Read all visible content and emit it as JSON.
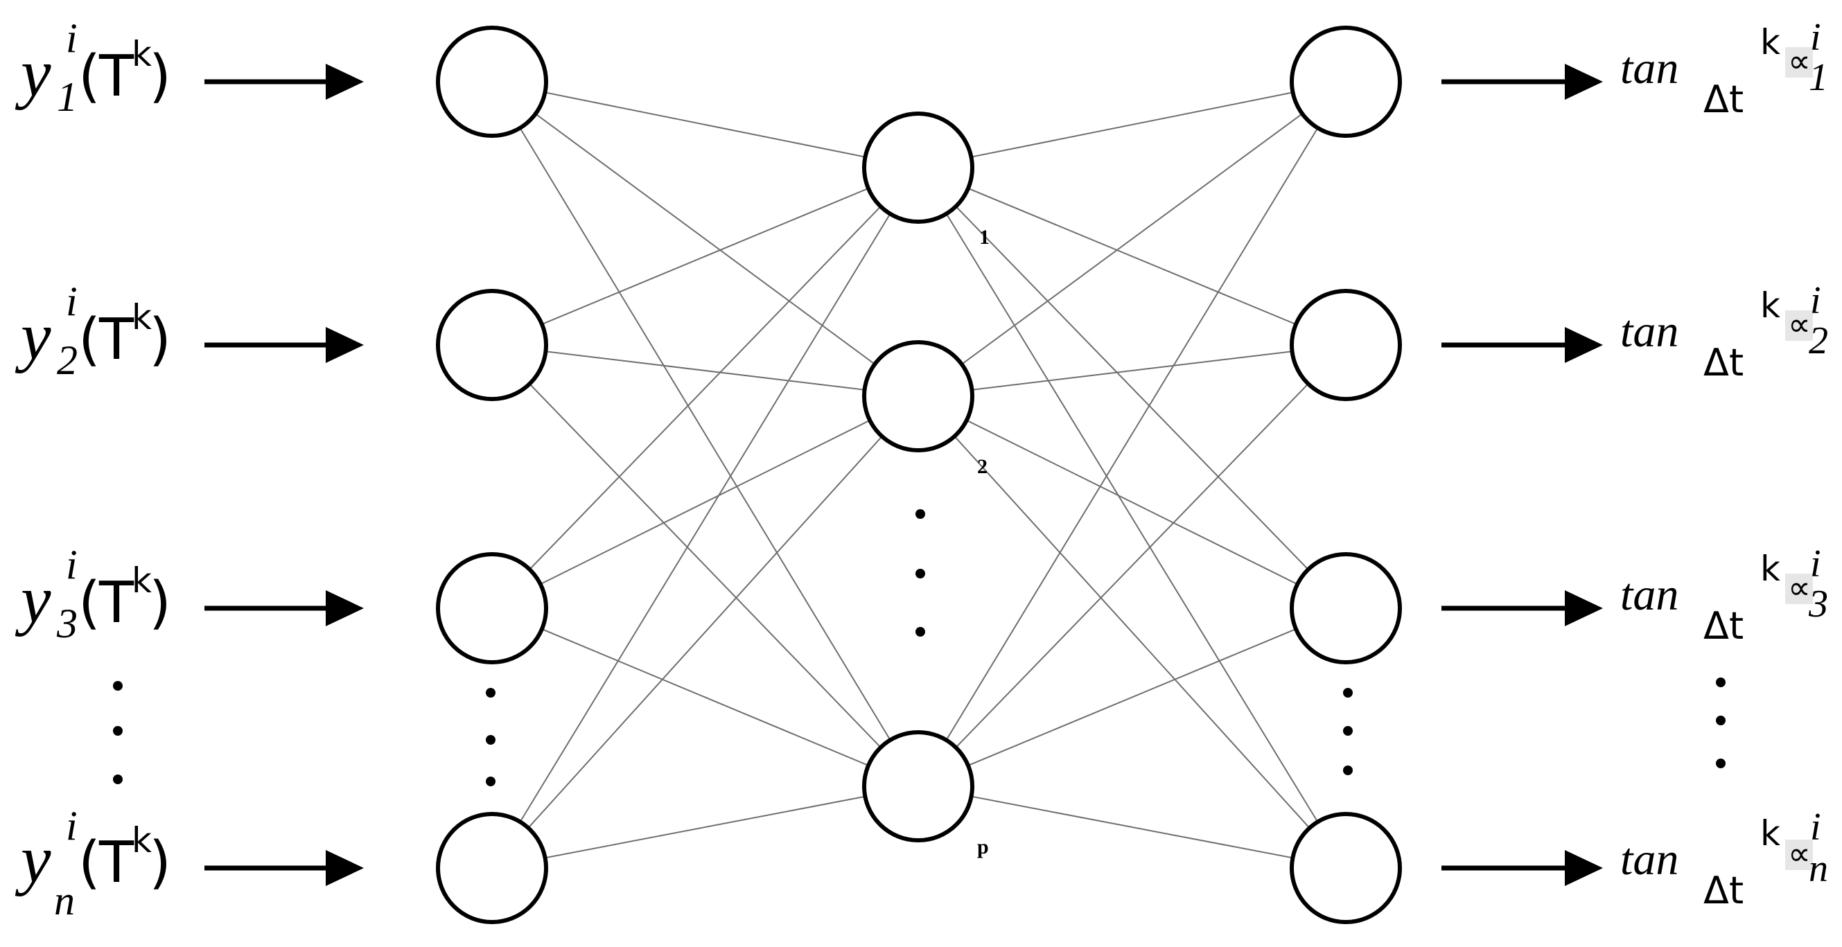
{
  "inputs": [
    {
      "symbol": "y",
      "sub": "1",
      "sup": "i",
      "open": "(",
      "T": "T",
      "k": "k",
      "close": ")"
    },
    {
      "symbol": "y",
      "sub": "2",
      "sup": "i",
      "open": "(",
      "T": "T",
      "k": "k",
      "close": ")"
    },
    {
      "symbol": "y",
      "sub": "3",
      "sup": "i",
      "open": "(",
      "T": "T",
      "k": "k",
      "close": ")"
    },
    {
      "symbol": "y",
      "sub": "n",
      "sup": "i",
      "open": "(",
      "T": "T",
      "k": "k",
      "close": ")"
    }
  ],
  "outputs": [
    {
      "fn": "tan",
      "dt": "Δt",
      "k": "k",
      "alpha": "∝",
      "sup": "i",
      "sub": "1"
    },
    {
      "fn": "tan",
      "dt": "Δt",
      "k": "k",
      "alpha": "∝",
      "sup": "i",
      "sub": "2"
    },
    {
      "fn": "tan",
      "dt": "Δt",
      "k": "k",
      "alpha": "∝",
      "sup": "i",
      "sub": "3"
    },
    {
      "fn": "tan",
      "dt": "Δt",
      "k": "k",
      "alpha": "∝",
      "sup": "i",
      "sub": "n"
    }
  ],
  "hidden_labels": [
    "1",
    "2",
    "p"
  ],
  "colors": {
    "stroke": "#000000",
    "connection": "#6e6e6e",
    "highlight": "#e6e6e6"
  }
}
